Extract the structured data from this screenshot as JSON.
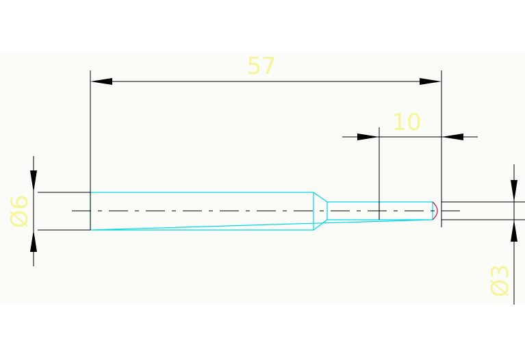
{
  "drawing": {
    "dimensions": {
      "overall_length": "57",
      "tip_length": "10",
      "large_diameter": "Ø6",
      "small_diameter": "Ø3"
    },
    "colors": {
      "background": "#fbfcf8",
      "part_outline": "#00d8e4",
      "dimension_text": "#f6f59a",
      "dimension_line": "#000000",
      "fillet_arc": "#cc0044"
    }
  }
}
